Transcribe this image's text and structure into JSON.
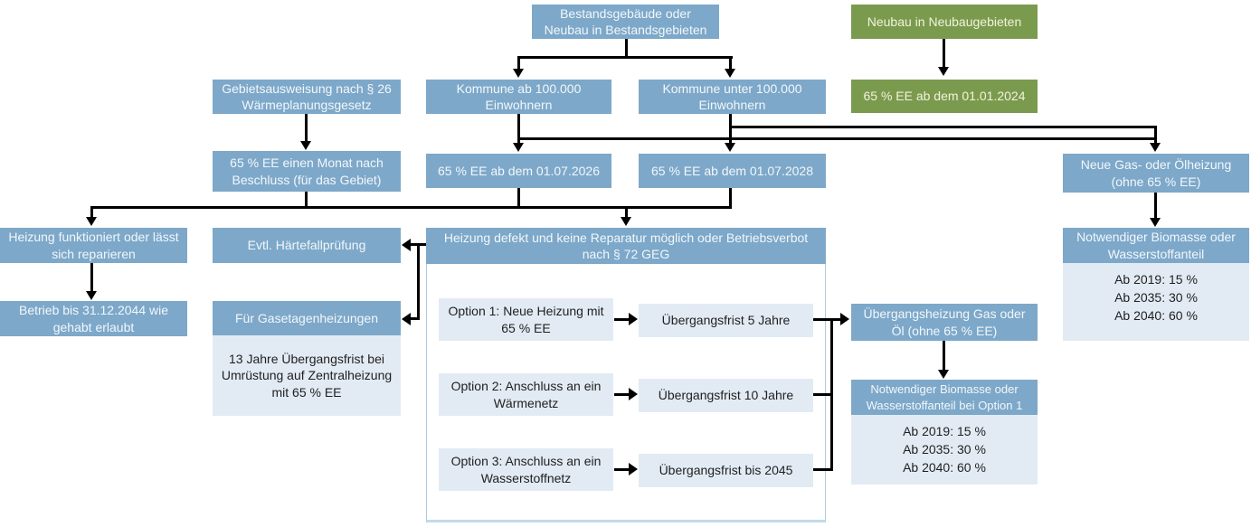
{
  "diagram": {
    "title": "GEG Heizungsregeln Flussdiagramm",
    "colors": {
      "node_blue": "#7da8c9",
      "node_green": "#7a9b4e",
      "panel_light_blue": "#e2ebf4",
      "text_on_blue": "#f2f7fb",
      "text_on_green": "#f2f2dc",
      "text_dark": "#1f1f1f",
      "connector": "#000000",
      "container_border": "#aecbdc"
    },
    "nodes": {
      "bestandsgebaeude": "Bestandsgebäude oder Neubau in Bestandsgebieten",
      "neubau_neubaugebiete": "Neubau in Neubaugebieten",
      "gebietsausweisung": "Gebietsausweisung nach § 26 Wärmeplanungsgesetz",
      "kommune_ab_100000": "Kommune ab 100.000 Einwohnern",
      "kommune_unter_100000": "Kommune unter 100.000 Einwohnern",
      "ee_ab_2024": "65 % EE ab dem 01.01.2024",
      "ee_einen_monat": "65 % EE einen Monat nach Beschluss (für das Gebiet)",
      "ee_ab_2026": "65 % EE ab dem 01.07.2026",
      "ee_ab_2028": "65 % EE ab dem 01.07.2028",
      "neue_gas_oelheizung": "Neue Gas- oder Ölheizung (ohne 65 % EE)",
      "heizung_funktioniert": "Heizung funktioniert oder lässt sich reparieren",
      "betrieb_2044": "Betrieb bis 31.12.2044 wie gehabt erlaubt",
      "haertefallpruefung": "Evtl. Härtefallprüfung",
      "gasetagenheizungen": {
        "header": "Für Gasetagenheizungen",
        "body": "13 Jahre Übergangsfrist bei Umrüstung auf Zentralheizung mit 65 % EE"
      },
      "heizung_defekt": "Heizung defekt und keine Reparatur möglich oder Betriebsverbot nach § 72 GEG",
      "option1": "Option 1: Neue Heizung mit 65 % EE",
      "option2": "Option 2: Anschluss an ein Wärmenetz",
      "option3": "Option 3: Anschluss an ein Wasserstoffnetz",
      "frist1": "Übergangsfrist 5 Jahre",
      "frist2": "Übergangsfrist 10 Jahre",
      "frist3": "Übergangsfrist bis 2045",
      "uebergangsheizung": "Übergangsheizung Gas oder Öl (ohne 65 % EE)",
      "biomasse_option1": {
        "header": "Notwendiger Biomasse oder Wasserstoffanteil bei Option 1",
        "lines": [
          "Ab 2019: 15 %",
          "Ab 2035: 30 %",
          "Ab 2040: 60 %"
        ]
      },
      "biomasse_neue_heizung": {
        "header": "Notwendiger Biomasse oder Wasserstoffanteil",
        "lines": [
          "Ab 2019: 15 %",
          "Ab 2035: 30 %",
          "Ab 2040: 60 %"
        ]
      }
    }
  }
}
